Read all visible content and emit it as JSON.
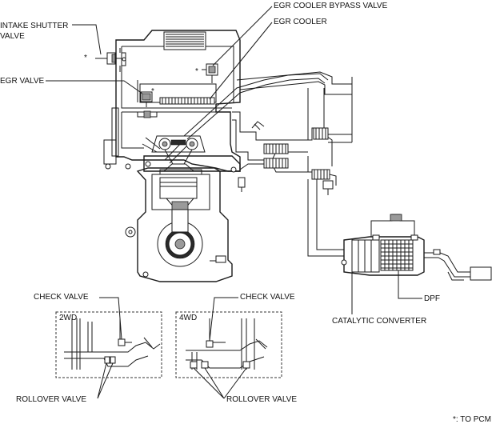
{
  "labels": {
    "intake_shutter_valve_line1": "INTAKE SHUTTER",
    "intake_shutter_valve_line2": "VALVE",
    "egr_cooler_bypass_valve": "EGR COOLER BYPASS VALVE",
    "egr_cooler": "EGR COOLER",
    "egr_valve": "EGR VALVE",
    "dpf": "DPF",
    "catalytic_converter": "CATALYTIC CONVERTER",
    "check_valve_2wd": "CHECK VALVE",
    "check_valve_4wd": "CHECK VALVE",
    "rollover_valve_2wd": "ROLLOVER VALVE",
    "rollover_valve_4wd": "ROLLOVER VALVE",
    "inset_2wd": "2WD",
    "inset_4wd": "4WD",
    "pcm_marker": "*",
    "legend": "*: TO PCM"
  },
  "colors": {
    "line": "#1a1a1a",
    "background": "#ffffff"
  }
}
